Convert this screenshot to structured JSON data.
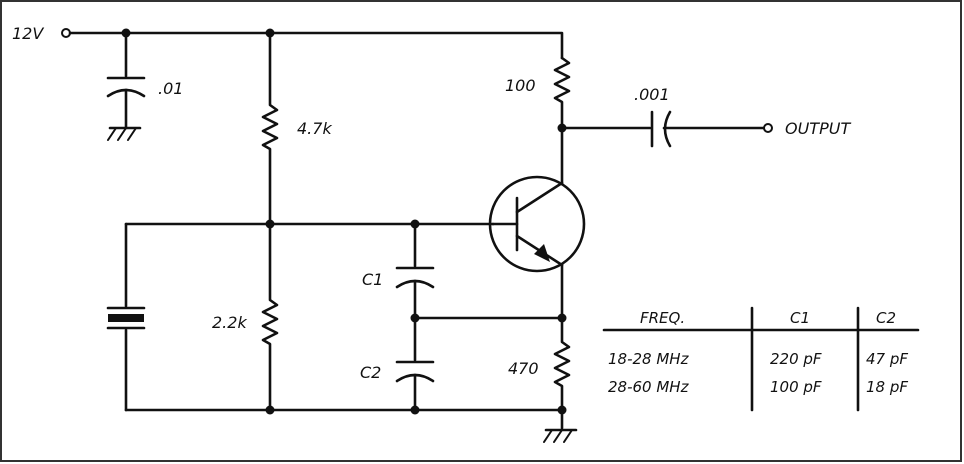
{
  "labels": {
    "supply": "12V",
    "cap_bypass": ".01",
    "r_top": "4.7k",
    "r_bottom": "2.2k",
    "r_collector": "100",
    "r_emitter": "470",
    "cap_output": ".001",
    "output": "OUTPUT",
    "c1": "C1",
    "c2": "C2"
  },
  "table": {
    "headers": [
      "FREQ.",
      "C1",
      "C2"
    ],
    "rows": [
      [
        "18-28 MHz",
        "220 pF",
        "47 pF"
      ],
      [
        "28-60 MHz",
        "100 pF",
        "18 pF"
      ]
    ]
  }
}
